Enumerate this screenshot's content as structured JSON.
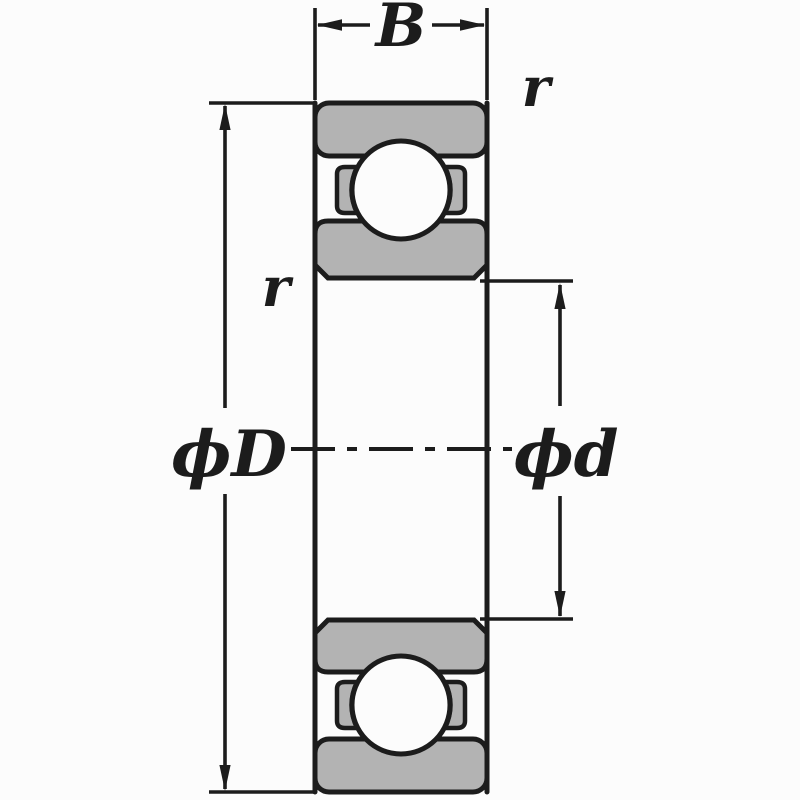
{
  "diagram": {
    "kind": "ball-bearing-cross-section-drawing",
    "labels": {
      "width": "B",
      "radius_top": "r",
      "radius_side": "r",
      "outer_diameter": "ϕD",
      "bore_diameter": "ϕd"
    },
    "colors": {
      "background": "#fcfcfc",
      "line": "#1c1c1c",
      "ring_fill": "#b3b3b3",
      "ball_fill": "#fcfcfc"
    }
  }
}
